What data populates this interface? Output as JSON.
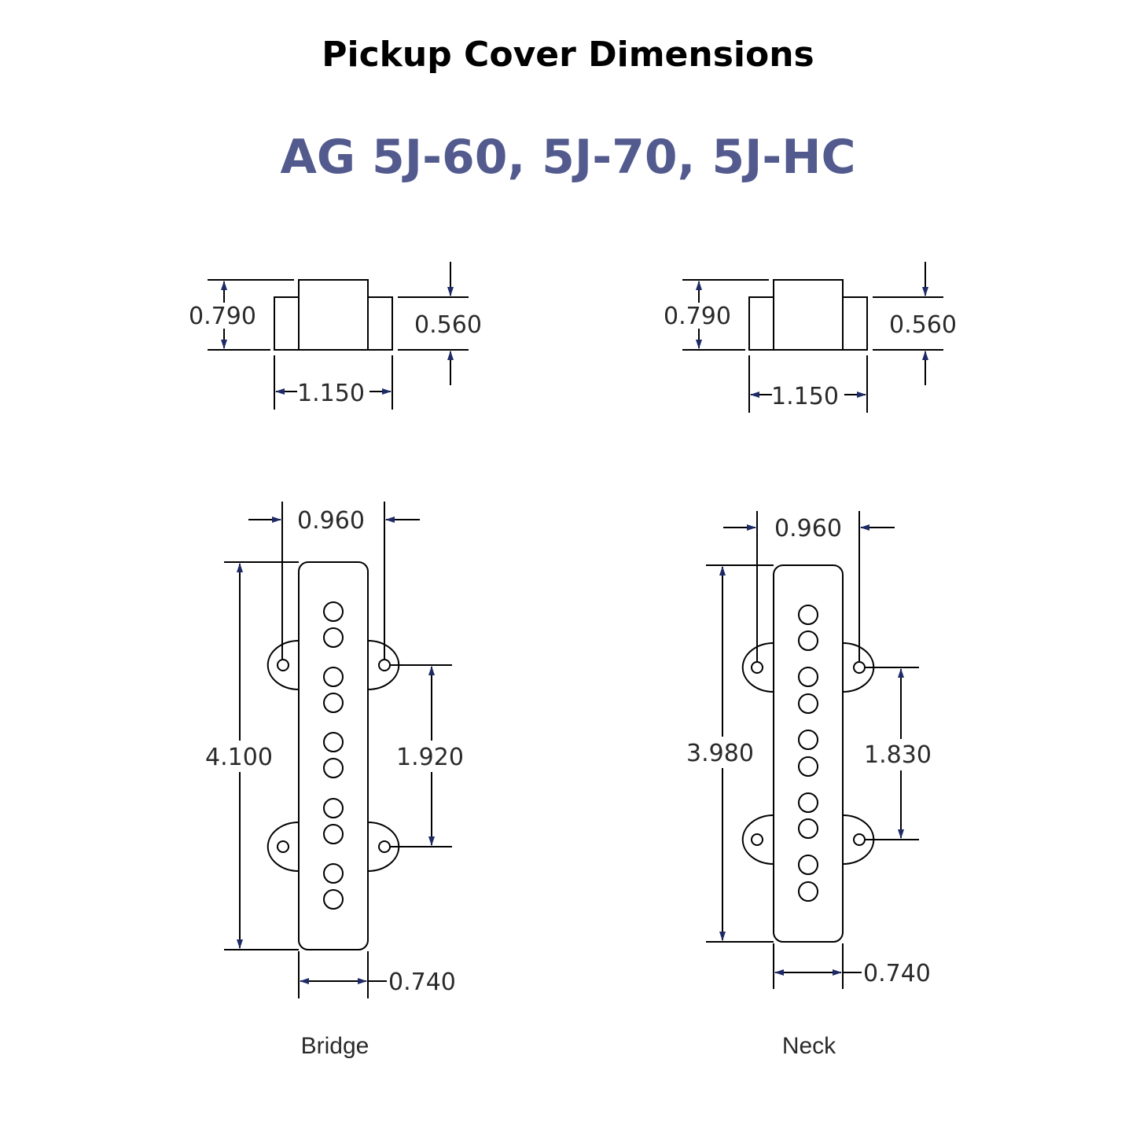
{
  "title": "Pickup Cover Dimensions",
  "subtitle": "AG 5J-60, 5J-70, 5J-HC",
  "pickups": [
    {
      "caption": "Bridge",
      "side_height": "0.790",
      "flange_height": "0.560",
      "flange_width": "1.150",
      "ear_span": "0.960",
      "length": "4.100",
      "hole_spacing": "1.920",
      "width": "0.740"
    },
    {
      "caption": "Neck",
      "side_height": "0.790",
      "flange_height": "0.560",
      "flange_width": "1.150",
      "ear_span": "0.960",
      "length": "3.980",
      "hole_spacing": "1.830",
      "width": "0.740"
    }
  ]
}
